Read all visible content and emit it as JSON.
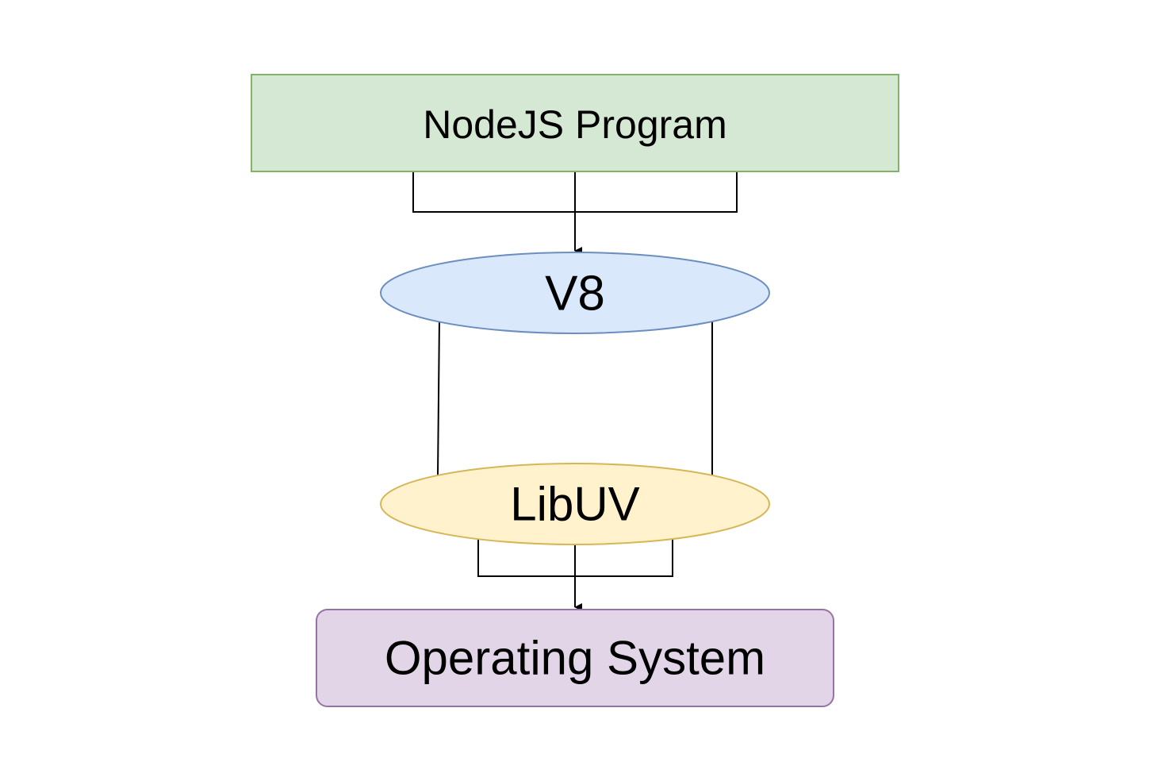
{
  "nodes": {
    "nodejs_program": {
      "label": "NodeJS Program",
      "fill": "#d5e8d4",
      "stroke": "#82b366"
    },
    "v8": {
      "label": "V8",
      "fill": "#dae8fc",
      "stroke": "#6c8ebf"
    },
    "libuv": {
      "label": "LibUV",
      "fill": "#fff2cc",
      "stroke": "#d6b656"
    },
    "operating_system": {
      "label": "Operating System",
      "fill": "#e1d5e7",
      "stroke": "#9673a6"
    }
  },
  "connectors": {
    "color": "#000000"
  }
}
